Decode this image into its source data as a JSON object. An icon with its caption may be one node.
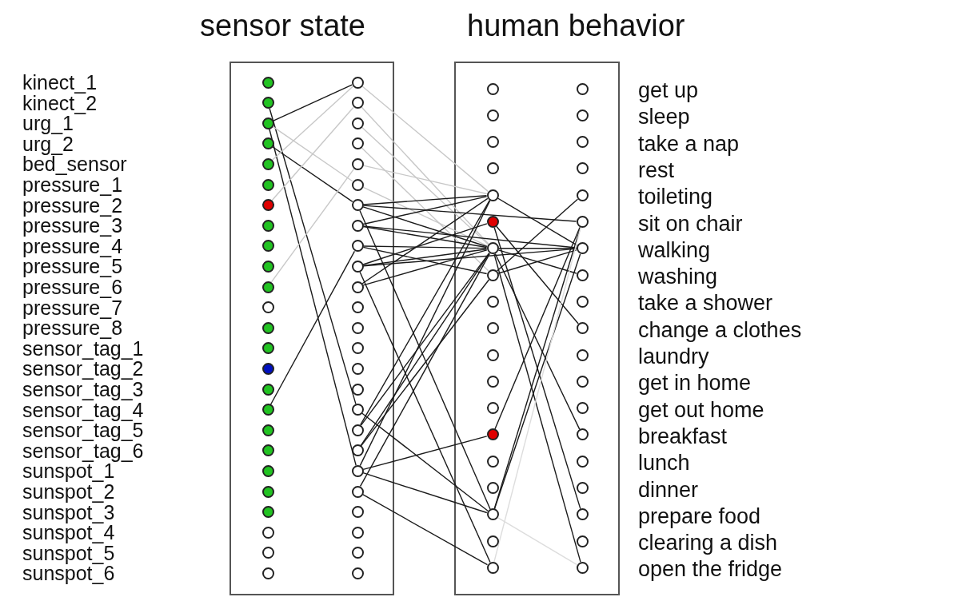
{
  "diagram": {
    "nodes": [
      {
        "text": [
          "sensor state"
        ]
      },
      {
        "text": [
          "human behavior"
        ]
      },
      {
        "text": [],
        "shape": "circle",
        "in": 0
      },
      {
        "text": [],
        "shape": "circle",
        "in": 0
      },
      {
        "text": [],
        "shape": "circle",
        "in": 0
      },
      {
        "text": [],
        "shape": "circle",
        "in": 0
      },
      {
        "text": [],
        "shape": "circle",
        "in": 0
      },
      {
        "text": [],
        "shape": "circle",
        "in": 0
      },
      {
        "text": [],
        "shape": "circle",
        "in": 0
      },
      {
        "text": [],
        "shape": "circle",
        "in": 0
      },
      {
        "text": [],
        "shape": "circle",
        "in": 0
      },
      {
        "text": [],
        "shape": "circle",
        "in": 0
      },
      {
        "text": [],
        "shape": "circle",
        "in": 0
      },
      {
        "text": [],
        "shape": "circle",
        "in": 0
      },
      {
        "text": [],
        "shape": "circle",
        "in": 0
      },
      {
        "text": [],
        "shape": "circle",
        "in": 0
      },
      {
        "text": [],
        "shape": "circle",
        "in": 0
      },
      {
        "text": [],
        "shape": "circle",
        "in": 0
      },
      {
        "text": [],
        "shape": "circle",
        "in": 0
      },
      {
        "text": [],
        "shape": "circle",
        "in": 0
      },
      {
        "text": [],
        "shape": "circle",
        "in": 0
      },
      {
        "text": [],
        "shape": "circle",
        "in": 0
      },
      {
        "text": [],
        "shape": "circle",
        "in": 0
      },
      {
        "text": [],
        "shape": "circle",
        "in": 0
      },
      {
        "text": [],
        "shape": "circle",
        "in": 0
      },
      {
        "text": [],
        "shape": "circle",
        "in": 0
      },
      {
        "text": [],
        "shape": "circle",
        "in": 0
      },
      {
        "text": [],
        "shape": "circle",
        "in": 0
      },
      {
        "text": [],
        "shape": "circle",
        "in": 0
      },
      {
        "text": [],
        "shape": "circle",
        "in": 0
      },
      {
        "text": [],
        "shape": "circle",
        "in": 0
      },
      {
        "text": [],
        "shape": "circle",
        "in": 0
      },
      {
        "text": [],
        "shape": "circle",
        "in": 0
      },
      {
        "text": [],
        "shape": "circle",
        "in": 0
      },
      {
        "text": [],
        "shape": "circle",
        "in": 0
      },
      {
        "text": [],
        "shape": "circle",
        "in": 0
      },
      {
        "text": [],
        "shape": "circle",
        "in": 0
      },
      {
        "text": [],
        "shape": "circle",
        "in": 0
      },
      {
        "text": [],
        "shape": "circle",
        "in": 0
      },
      {
        "text": [],
        "shape": "circle",
        "in": 0
      },
      {
        "text": [],
        "shape": "circle",
        "in": 0
      },
      {
        "text": [],
        "shape": "circle",
        "in": 0
      },
      {
        "text": [],
        "shape": "circle",
        "in": 0
      },
      {
        "text": [],
        "shape": "circle",
        "in": 0
      },
      {
        "text": [],
        "shape": "circle",
        "in": 0
      },
      {
        "text": [],
        "shape": "circle",
        "in": 0
      },
      {
        "text": [],
        "shape": "circle",
        "in": 0
      },
      {
        "text": [],
        "shape": "circle",
        "in": 0
      },
      {
        "text": [],
        "shape": "circle",
        "in": 0
      },
      {
        "text": [],
        "shape": "circle",
        "in": 0
      },
      {
        "text": [],
        "shape": "circle",
        "in": 0
      },
      {
        "text": [],
        "shape": "circle",
        "in": 0
      },
      {
        "text": [],
        "shape": "circle",
        "in": 1
      },
      {
        "text": [],
        "shape": "circle",
        "in": 1
      },
      {
        "text": [],
        "shape": "circle",
        "in": 1
      },
      {
        "text": [],
        "shape": "circle",
        "in": 1
      },
      {
        "text": [],
        "shape": "circle",
        "in": 1
      },
      {
        "text": [],
        "shape": "circle",
        "in": 1
      },
      {
        "text": [],
        "shape": "circle",
        "in": 1
      },
      {
        "text": [],
        "shape": "circle",
        "in": 1
      },
      {
        "text": [],
        "shape": "circle",
        "in": 1
      },
      {
        "text": [],
        "shape": "circle",
        "in": 1
      },
      {
        "text": [],
        "shape": "circle",
        "in": 1
      },
      {
        "text": [],
        "shape": "circle",
        "in": 1
      },
      {
        "text": [],
        "shape": "circle",
        "in": 1
      },
      {
        "text": [],
        "shape": "circle",
        "in": 1
      },
      {
        "text": [],
        "shape": "circle",
        "in": 1
      },
      {
        "text": [],
        "shape": "circle",
        "in": 1
      },
      {
        "text": [],
        "shape": "circle",
        "in": 1
      },
      {
        "text": [],
        "shape": "circle",
        "in": 1
      },
      {
        "text": [],
        "shape": "circle",
        "in": 1
      },
      {
        "text": [],
        "shape": "circle",
        "in": 1,
        "beside": [
          "get up"
        ]
      },
      {
        "text": [],
        "shape": "circle",
        "in": 1,
        "beside": [
          "sleep"
        ]
      },
      {
        "text": [],
        "shape": "circle",
        "in": 1,
        "beside": [
          "take a nap"
        ]
      },
      {
        "text": [],
        "shape": "circle",
        "in": 1,
        "beside": [
          "rest"
        ]
      },
      {
        "text": [],
        "shape": "circle",
        "in": 1,
        "beside": [
          "toileting"
        ]
      },
      {
        "text": [],
        "shape": "circle",
        "in": 1,
        "beside": [
          "sit on chair"
        ]
      },
      {
        "text": [],
        "shape": "circle",
        "in": 1,
        "beside": [
          "walking"
        ]
      },
      {
        "text": [],
        "shape": "circle",
        "in": 1,
        "beside": [
          "washing"
        ]
      },
      {
        "text": [],
        "shape": "circle",
        "in": 1,
        "beside": [
          "take a shower"
        ]
      },
      {
        "text": [],
        "shape": "circle",
        "in": 1,
        "beside": [
          "change a clothes"
        ]
      },
      {
        "text": [],
        "shape": "circle",
        "in": 1,
        "beside": [
          "laundry"
        ]
      },
      {
        "text": [],
        "shape": "circle",
        "in": 1,
        "beside": [
          "get in home"
        ]
      },
      {
        "text": [],
        "shape": "circle",
        "in": 1,
        "beside": [
          "get out home"
        ]
      },
      {
        "text": [],
        "shape": "circle",
        "in": 1,
        "beside": [
          "breakfast"
        ]
      },
      {
        "text": [],
        "shape": "circle",
        "in": 1,
        "beside": [
          "lunch"
        ]
      },
      {
        "text": [],
        "shape": "circle",
        "in": 1,
        "beside": [
          "dinner"
        ]
      },
      {
        "text": [],
        "shape": "circle",
        "in": 1,
        "beside": [
          "prepare food"
        ]
      },
      {
        "text": [],
        "shape": "circle",
        "in": 1,
        "beside": [
          "clearing a dish"
        ]
      },
      {
        "text": [],
        "shape": "circle",
        "in": 1,
        "beside": [
          "open the fridge"
        ]
      }
    ],
    "edges": [
      {
        "from": 4,
        "to": 27,
        "arrow": "none"
      },
      {
        "from": 3,
        "to": 43,
        "arrow": "none"
      },
      {
        "from": 4,
        "to": 46,
        "arrow": "none"
      },
      {
        "from": 5,
        "to": 33,
        "arrow": "none"
      },
      {
        "from": 18,
        "to": 35,
        "arrow": "none"
      },
      {
        "from": 4,
        "to": 32,
        "arrow": "none",
        "color": "#c8c8c8"
      },
      {
        "from": 6,
        "to": 27,
        "arrow": "none",
        "color": "#c8c8c8"
      },
      {
        "from": 8,
        "to": 28,
        "arrow": "none",
        "color": "#c8c8c8"
      },
      {
        "from": 12,
        "to": 31,
        "arrow": "none",
        "color": "#c8c8c8"
      },
      {
        "from": 27,
        "to": 56,
        "arrow": "none",
        "color": "#c8c8c8"
      },
      {
        "from": 28,
        "to": 58,
        "arrow": "none",
        "color": "#c8c8c8"
      },
      {
        "from": 29,
        "to": 58,
        "arrow": "none",
        "color": "#c8c8c8"
      },
      {
        "from": 30,
        "to": 59,
        "arrow": "none",
        "color": "#c8c8c8"
      },
      {
        "from": 31,
        "to": 56,
        "arrow": "none",
        "color": "#c8c8c8"
      },
      {
        "from": 32,
        "to": 58,
        "arrow": "none",
        "color": "#c8c8c8"
      },
      {
        "from": 33,
        "to": 56,
        "arrow": "none"
      },
      {
        "from": 33,
        "to": 58,
        "arrow": "none"
      },
      {
        "from": 33,
        "to": 76,
        "arrow": "none"
      },
      {
        "from": 33,
        "to": 68,
        "arrow": "none"
      },
      {
        "from": 34,
        "to": 58,
        "arrow": "none"
      },
      {
        "from": 34,
        "to": 56,
        "arrow": "none"
      },
      {
        "from": 34,
        "to": 77,
        "arrow": "none"
      },
      {
        "from": 35,
        "to": 58,
        "arrow": "none"
      },
      {
        "from": 35,
        "to": 59,
        "arrow": "none"
      },
      {
        "from": 36,
        "to": 57,
        "arrow": "none"
      },
      {
        "from": 36,
        "to": 58,
        "arrow": "none"
      },
      {
        "from": 36,
        "to": 77,
        "arrow": "none"
      },
      {
        "from": 36,
        "to": 70,
        "arrow": "none"
      },
      {
        "from": 37,
        "to": 58,
        "arrow": "none"
      },
      {
        "from": 37,
        "to": 56,
        "arrow": "none"
      },
      {
        "from": 43,
        "to": 68,
        "arrow": "none"
      },
      {
        "from": 44,
        "to": 58,
        "arrow": "none"
      },
      {
        "from": 44,
        "to": 56,
        "arrow": "none"
      },
      {
        "from": 45,
        "to": 58,
        "arrow": "none"
      },
      {
        "from": 45,
        "to": 59,
        "arrow": "none"
      },
      {
        "from": 46,
        "to": 65,
        "arrow": "none"
      },
      {
        "from": 46,
        "to": 68,
        "arrow": "none"
      },
      {
        "from": 46,
        "to": 56,
        "arrow": "none"
      },
      {
        "from": 47,
        "to": 70,
        "arrow": "none"
      },
      {
        "from": 47,
        "to": 58,
        "arrow": "none"
      },
      {
        "from": 56,
        "to": 77,
        "arrow": "none"
      },
      {
        "from": 75,
        "to": 59,
        "arrow": "none"
      },
      {
        "from": 57,
        "to": 80,
        "arrow": "none"
      },
      {
        "from": 58,
        "to": 77,
        "arrow": "none"
      },
      {
        "from": 58,
        "to": 78,
        "arrow": "none"
      },
      {
        "from": 59,
        "to": 77,
        "arrow": "none"
      },
      {
        "from": 57,
        "to": 87,
        "arrow": "none"
      },
      {
        "from": 58,
        "to": 84,
        "arrow": "none"
      },
      {
        "from": 58,
        "to": 89,
        "arrow": "none"
      },
      {
        "from": 76,
        "to": 65,
        "arrow": "none"
      },
      {
        "from": 77,
        "to": 68,
        "arrow": "none"
      },
      {
        "from": 76,
        "to": 68,
        "arrow": "none"
      },
      {
        "from": 68,
        "to": 89,
        "arrow": "none",
        "color": "#dddddd"
      },
      {
        "from": 70,
        "to": 76,
        "arrow": "none",
        "color": "#dddddd"
      }
    ],
    "labels": [
      "kinect_1",
      "kinect_2",
      "urg_1",
      "urg_2",
      "bed_sensor",
      "pressure_1",
      "pressure_2",
      "pressure_3",
      "pressure_4",
      "pressure_5",
      "pressure_6",
      "pressure_7",
      "pressure_8",
      "sensor_tag_1",
      "sensor_tag_2",
      "sensor_tag_3",
      "sensor_tag_4",
      "sensor_tag_5",
      "sensor_tag_6",
      "sunspot_1",
      "sunspot_2",
      "sunspot_3",
      "sunspot_4",
      "sunspot_5",
      "sunspot_6"
    ]
  }
}
